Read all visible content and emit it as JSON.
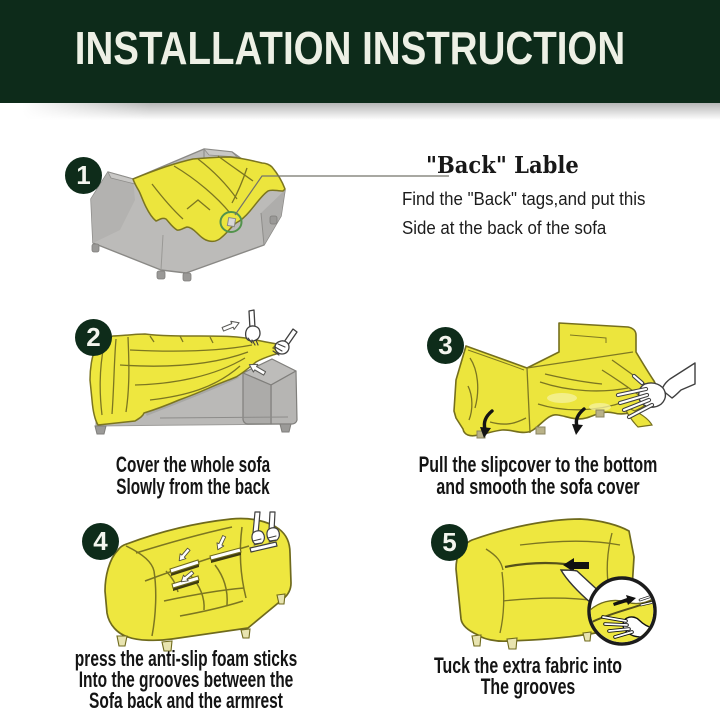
{
  "banner": {
    "title": "INSTALLATION INSTRUCTION",
    "bg_color": "#0d2b1a",
    "text_color": "#edf0e5"
  },
  "steps": [
    {
      "number": "1",
      "heading": "\"Back\" Lable",
      "body": "Find the \"Back\" tags,and put this\nSide at the back of the sofa",
      "illustration": "sofa-with-cover-draped-showing-back-tag"
    },
    {
      "number": "2",
      "caption": "Cover the whole sofa\nSlowly from the back",
      "illustration": "hands-pulling-cover-over-sofa"
    },
    {
      "number": "3",
      "caption": "Pull the slipcover to the bottom\nand smooth the sofa cover",
      "illustration": "hand-pulling-slipcover-down-sofa-back"
    },
    {
      "number": "4",
      "caption": "press the anti-slip foam sticks\nInto the grooves between the\nSofa back and the armrest",
      "illustration": "hands-pressing-foam-sticks-into-grooves"
    },
    {
      "number": "5",
      "caption": "Tuck the extra fabric into\nThe grooves",
      "illustration": "hand-tucking-extra-fabric-magnified"
    }
  ],
  "colors": {
    "cover_yellow": "#ece53d",
    "cover_outline": "#756f1d",
    "sofa_gray": "#b3b2b0",
    "tag_circle_green": "#52934c",
    "text_black": "#141414"
  }
}
